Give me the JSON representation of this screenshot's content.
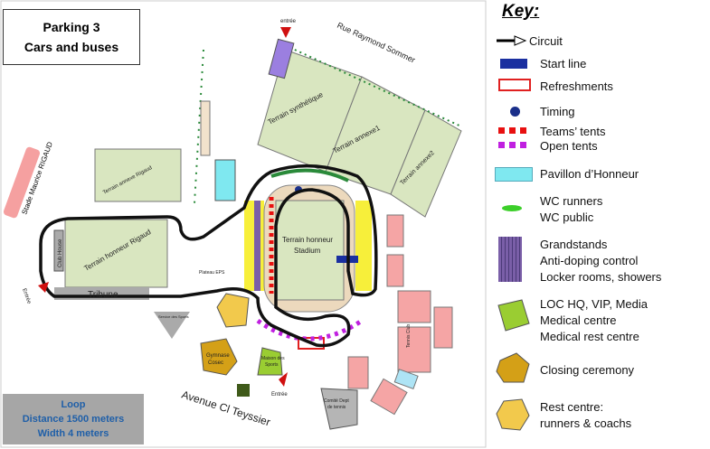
{
  "map": {
    "title_line1": "Parking 3",
    "title_line2": "Cars and buses",
    "loop_title": "Loop",
    "loop_distance": "Distance  1500 meters",
    "loop_width": "Width 4 meters",
    "labels": {
      "entree_top": "entrée",
      "entree_left": "Entrée",
      "entree_bottom": "Entrée",
      "street_north": "Rue Raymond Sommer",
      "street_south": "Avenue Cl Teyssier",
      "stade_rigaud": "Stade Maurice RIGAUD",
      "terrain_synth": "Terrain synthétique",
      "terrain_annexe1": "Terrain annexe1",
      "terrain_annexe2": "Terrain annexe2",
      "terrain_annexe_rigaud": "Terrain annexe Rigaud",
      "terrain_honneur_rigaud": "Terrain honneur Rigaud",
      "stadium_line1": "Terrain honneur",
      "stadium_line2": "Stadium",
      "club_house": "Club House",
      "tribune": "Tribune",
      "gymnase_line1": "Gymnase",
      "gymnase_line2": "Cosec",
      "maison_line1": "Maison des",
      "maison_line2": "Sports",
      "comite_line1": "Comité Dept",
      "comite_line2": "de tennis",
      "service_sports": "Service des Sports",
      "plateau": "Plateau EPS",
      "tennis_club": "Tennis Club"
    }
  },
  "key": {
    "title": "Key:",
    "items": [
      {
        "label": [
          "Circuit"
        ],
        "icon": "circuit-arrow-icon"
      },
      {
        "label": [
          "Start line"
        ],
        "icon": "start-line-icon",
        "color": "#1a2fa0"
      },
      {
        "label": [
          "Refreshments"
        ],
        "icon": "refreshments-icon",
        "color": "#e02020"
      },
      {
        "label": [
          "Timing"
        ],
        "icon": "timing-icon",
        "color": "#1a2f8a"
      },
      {
        "label": [
          "Teams’ tents",
          "Open tents"
        ],
        "icon": "tents-icon",
        "colors": [
          "#e81010",
          "#c020e0"
        ]
      },
      {
        "label": [
          "Pavillon d’Honneur"
        ],
        "icon": "pavillon-icon",
        "color": "#7fe8f0"
      },
      {
        "label": [
          "WC runners",
          "WC public"
        ],
        "icon": "wc-icon",
        "color": "#3ccf2a"
      },
      {
        "label": [
          "Grandstands",
          "Anti-doping control",
          "Locker rooms, showers"
        ],
        "icon": "grandstand-icon",
        "color": "#7a5fa8"
      },
      {
        "label": [
          "LOC HQ, VIP, Media",
          "Medical centre",
          "Medical rest centre"
        ],
        "icon": "loc-hq-icon",
        "color": "#9acd32"
      },
      {
        "label": [
          "Closing ceremony"
        ],
        "icon": "closing-ceremony-icon",
        "color": "#d4a017"
      },
      {
        "label": [
          "Rest centre:",
          "runners & coachs"
        ],
        "icon": "rest-centre-icon",
        "color": "#f2c94c"
      }
    ]
  }
}
